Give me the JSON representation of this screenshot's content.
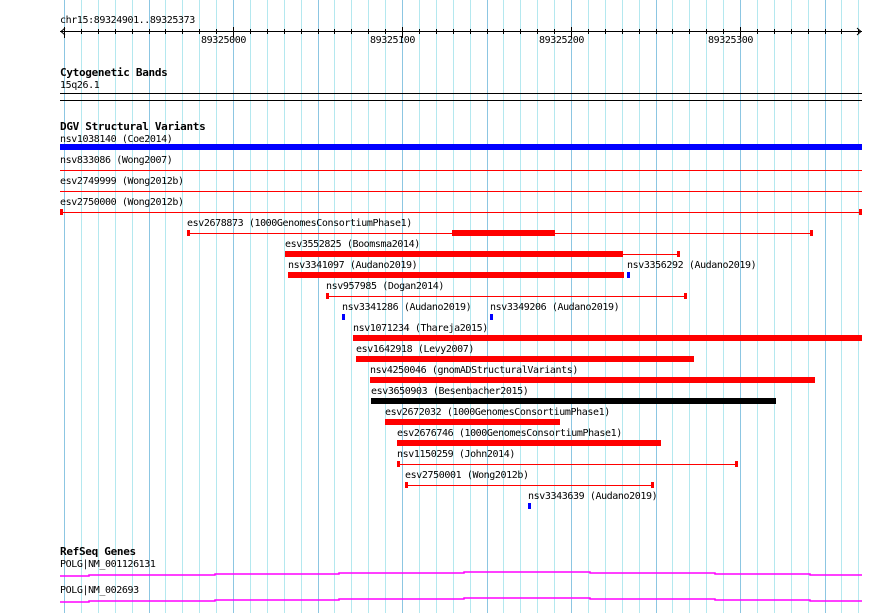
{
  "ruler": {
    "location": "chr15:89324901..89325373",
    "ticks": [
      "89325000",
      "89325100",
      "89325200",
      "89325300"
    ]
  },
  "tracks": {
    "cytoband": {
      "title": "Cytogenetic Bands",
      "band": "15q26.1"
    },
    "dgv": {
      "title": "DGV Structural Variants",
      "features": [
        {
          "label": "nsv1038140 (Coe2014)",
          "color": "#0000ff"
        },
        {
          "label": "nsv833086 (Wong2007)",
          "color": "#ff0000"
        },
        {
          "label": "esv2749999 (Wong2012b)",
          "color": "#ff0000"
        },
        {
          "label": "esv2750000 (Wong2012b)",
          "color": "#ff0000"
        },
        {
          "label": "esv2678873 (1000GenomesConsortiumPhase1)",
          "color": "#ff0000"
        },
        {
          "label": "esv3552825 (Boomsma2014)",
          "color": "#ff0000"
        },
        {
          "label": "nsv3341097 (Audano2019)",
          "color": "#ff0000"
        },
        {
          "label": "nsv3356292 (Audano2019)",
          "color": "#0000ff"
        },
        {
          "label": "nsv957985 (Dogan2014)",
          "color": "#ff0000"
        },
        {
          "label": "nsv3341286 (Audano2019)",
          "color": "#0000ff"
        },
        {
          "label": "nsv3349206 (Audano2019)",
          "color": "#0000ff"
        },
        {
          "label": "nsv1071234 (Thareja2015)",
          "color": "#ff0000"
        },
        {
          "label": "esv1642918 (Levy2007)",
          "color": "#ff0000"
        },
        {
          "label": "nsv4250046 (gnomADStructuralVariants)",
          "color": "#ff0000"
        },
        {
          "label": "esv3650903 (Besenbacher2015)",
          "color": "#000000"
        },
        {
          "label": "esv2672032 (1000GenomesConsortiumPhase1)",
          "color": "#ff0000"
        },
        {
          "label": "esv2676746 (1000GenomesConsortiumPhase1)",
          "color": "#ff0000"
        },
        {
          "label": "nsv1150259 (John2014)",
          "color": "#ff0000"
        },
        {
          "label": "esv2750001 (Wong2012b)",
          "color": "#ff0000"
        },
        {
          "label": "nsv3343639 (Audano2019)",
          "color": "#0000ff"
        }
      ]
    },
    "refseq": {
      "title": "RefSeq Genes",
      "color": "#ff00ff",
      "genes": [
        {
          "label": "POLG|NM_001126131"
        },
        {
          "label": "POLG|NM_002693"
        }
      ]
    }
  }
}
